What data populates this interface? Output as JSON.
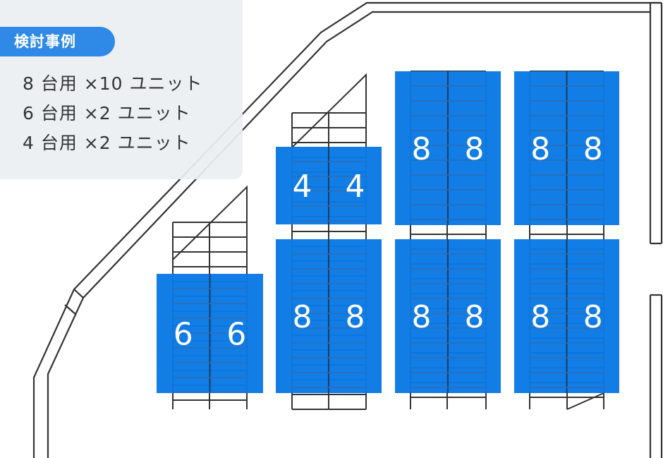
{
  "legend": {
    "title": "検討事例",
    "lines": [
      "8 台用 ×10 ユニット",
      "6 台用 ×2 ユニット",
      "4 台用 ×2 ユニット"
    ]
  },
  "units": [
    {
      "capacity": "8",
      "count": 10
    },
    {
      "capacity": "6",
      "count": 2
    },
    {
      "capacity": "4",
      "count": 2
    }
  ],
  "colors": {
    "unit": "#0a79e3",
    "line": "#333333",
    "legend_bg": "#eceff2",
    "badge": "#2e8ae6"
  }
}
